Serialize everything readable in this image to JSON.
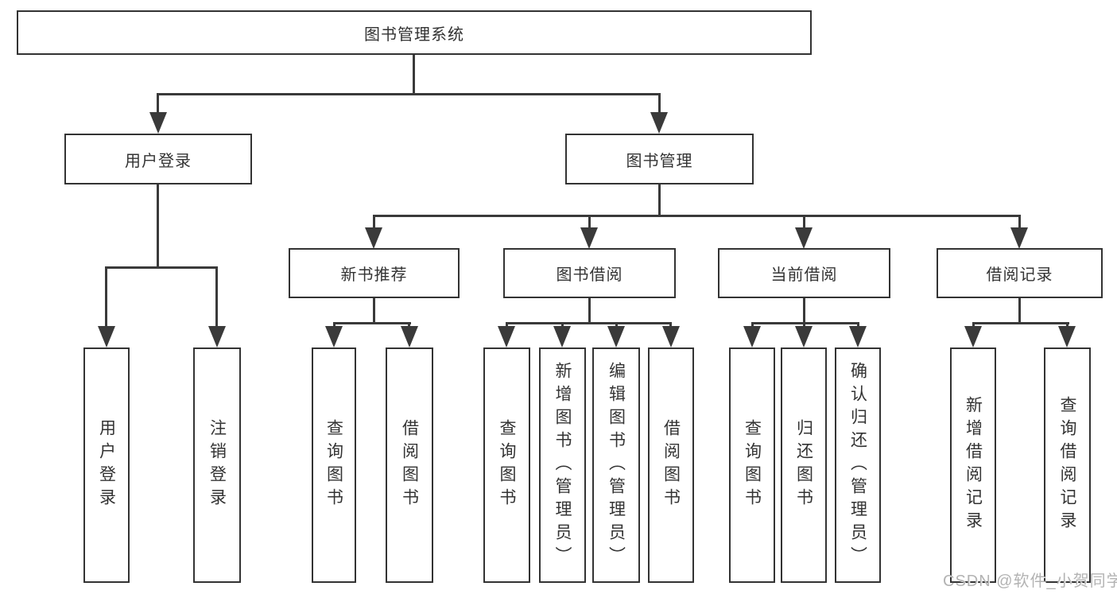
{
  "nodes": {
    "root": "图书管理系统",
    "user_login": "用户登录",
    "book_mgmt": "图书管理",
    "new_book_rec": "新书推荐",
    "book_borrow": "图书借阅",
    "current_borrow": "当前借阅",
    "borrow_records": "借阅记录",
    "leaf_user_login": "用户登录",
    "leaf_logout": "注销登录",
    "leaf_nbr_query": "查询图书",
    "leaf_nbr_borrow": "借阅图书",
    "leaf_bb_query": "查询图书",
    "leaf_bb_add": "新增图书（管理员）",
    "leaf_bb_edit": "编辑图书（管理员）",
    "leaf_bb_borrow": "借阅图书",
    "leaf_cb_query": "查询图书",
    "leaf_cb_return": "归还图书",
    "leaf_cb_confirm": "确认归还（管理员）",
    "leaf_br_add": "新增借阅记录",
    "leaf_br_query": "查询借阅记录"
  },
  "hierarchy": {
    "图书管理系统": {
      "用户登录": [
        "用户登录",
        "注销登录"
      ],
      "图书管理": {
        "新书推荐": [
          "查询图书",
          "借阅图书"
        ],
        "图书借阅": [
          "查询图书",
          "新增图书（管理员）",
          "编辑图书（管理员）",
          "借阅图书"
        ],
        "当前借阅": [
          "查询图书",
          "归还图书",
          "确认归还（管理员）"
        ],
        "借阅记录": [
          "新增借阅记录",
          "查询借阅记录"
        ]
      }
    }
  },
  "watermark": "CSDN @软件_小贺同学",
  "colors": {
    "line": "#3a3a3a",
    "box_border": "#333333",
    "text": "#333333",
    "watermark": "#b3b3b3",
    "background": "#ffffff"
  }
}
